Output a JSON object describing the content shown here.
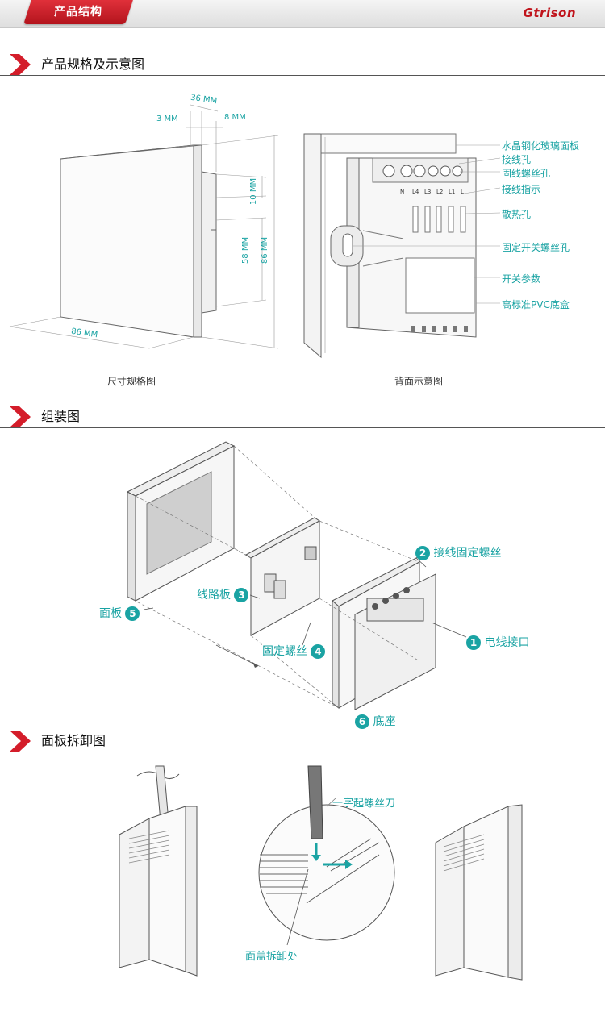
{
  "header": {
    "tab_label": "产品结构",
    "logo_text": "Gtrison"
  },
  "sections": {
    "spec": {
      "title": "产品规格及示意图"
    },
    "assembly": {
      "title": "组装图"
    },
    "removal": {
      "title": "面板拆卸图"
    }
  },
  "spec_diagram": {
    "caption_left": "尺寸规格图",
    "caption_right": "背面示意图",
    "dims": {
      "d36": "36 MM",
      "d3": "3 MM",
      "d8": "8 MM",
      "d10": "10 MM",
      "d58": "58 MM",
      "d86v": "86 MM",
      "d86h": "86 MM"
    },
    "terminal_labels": [
      "N",
      "L4",
      "L3",
      "L2",
      "L1",
      "L"
    ],
    "callouts": [
      "水晶钢化玻璃面板",
      "接线孔",
      "固线螺丝孔",
      "接线指示",
      "散热孔",
      "固定开关螺丝孔",
      "开关参数",
      "高标准PVC底盒"
    ]
  },
  "assembly_diagram": {
    "parts": [
      {
        "num": "1",
        "label": "电线接口"
      },
      {
        "num": "2",
        "label": "接线固定螺丝"
      },
      {
        "num": "3",
        "label": "线路板"
      },
      {
        "num": "4",
        "label": "固定螺丝"
      },
      {
        "num": "5",
        "label": "面板"
      },
      {
        "num": "6",
        "label": "底座"
      }
    ]
  },
  "removal_diagram": {
    "tool_label": "一字起螺丝刀",
    "pry_label": "面盖拆卸处"
  },
  "colors": {
    "accent": "#1aa3a3",
    "brand": "#c0141c"
  }
}
